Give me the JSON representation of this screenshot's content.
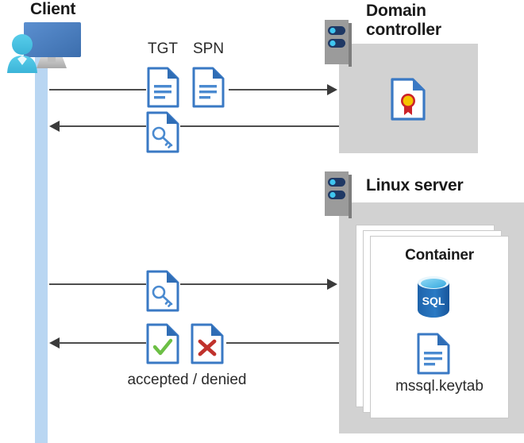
{
  "diagram": {
    "title_client": "Client",
    "colors": {
      "lifeline": "#b9d6f2",
      "zone_gray": "#d2d2d2",
      "doc_blue": "#3a79c4",
      "doc_fold": "#2f6db5",
      "arrow": "#3a3a3a",
      "accent_green": "#6cbf45",
      "accent_red": "#c0322c",
      "seal_gold": "#f5c400",
      "seal_red": "#cc2229",
      "sql_blue": "#1f6cb4",
      "sql_top": "#39a7dd",
      "server_gray": "#9b9b9b",
      "server_bar": "#1f3864",
      "server_dot": "#3fc6f0",
      "monitor_blue": "#4a7ebb",
      "person_cyan": "#4ec3e0"
    },
    "client": {
      "label": "Client",
      "icon": "client-workstation-icon"
    },
    "domain_controller": {
      "title_line1": "Domain",
      "title_line2": "controller",
      "server_icon": "server-rack-icon",
      "content_icon": "certificate-document-icon"
    },
    "linux_server": {
      "title": "Linux server",
      "server_icon": "server-rack-icon",
      "container": {
        "title": "Container",
        "db_icon": "sql-database-icon",
        "db_label": "SQL",
        "keytab_icon": "text-document-icon",
        "keytab_label": "mssql.keytab"
      }
    },
    "flows": [
      {
        "id": "flow-1",
        "direction": "right",
        "labels": [
          "TGT",
          "SPN"
        ],
        "icons": [
          "text-document-icon",
          "text-document-icon"
        ],
        "from": "client",
        "to": "domain-controller"
      },
      {
        "id": "flow-2",
        "direction": "left",
        "labels": [],
        "icons": [
          "key-document-icon"
        ],
        "from": "domain-controller",
        "to": "client"
      },
      {
        "id": "flow-3",
        "direction": "right",
        "labels": [],
        "icons": [
          "key-document-icon"
        ],
        "from": "client",
        "to": "linux-server"
      },
      {
        "id": "flow-4",
        "direction": "left",
        "labels": [],
        "icons": [
          "check-document-icon",
          "x-document-icon"
        ],
        "caption": "accepted / denied",
        "from": "linux-server",
        "to": "client"
      }
    ],
    "labels": {
      "tgt": "TGT",
      "spn": "SPN",
      "accepted_denied": "accepted / denied"
    }
  }
}
